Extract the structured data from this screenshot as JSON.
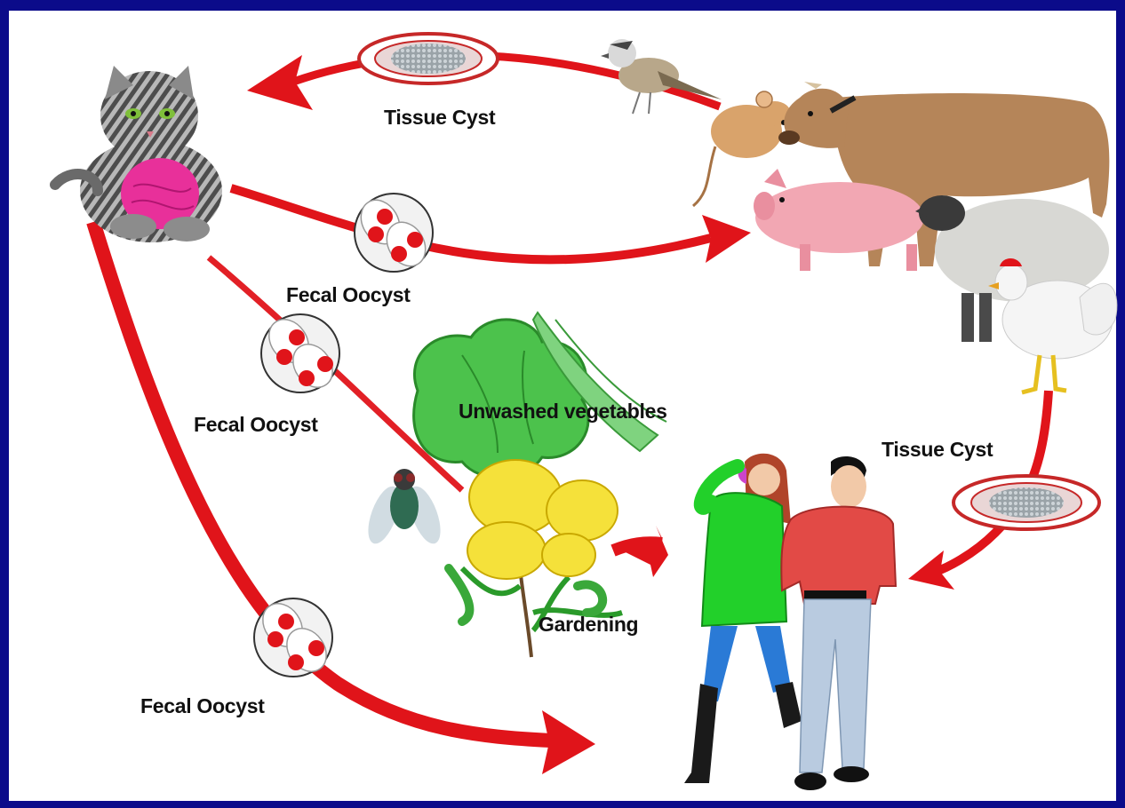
{
  "labels": {
    "tissue_cyst_top": "Tissue Cyst",
    "fecal_oocyst_1": "Fecal Oocyst",
    "fecal_oocyst_2": "Fecal Oocyst",
    "fecal_oocyst_3": "Fecal Oocyst",
    "unwashed_vegetables": "Unwashed vegetables",
    "gardening": "Gardening",
    "tissue_cyst_right": "Tissue Cyst"
  },
  "colors": {
    "arrow": "#e0141a",
    "frame": "#0b0b8a",
    "oocyst": "#e0141a"
  }
}
